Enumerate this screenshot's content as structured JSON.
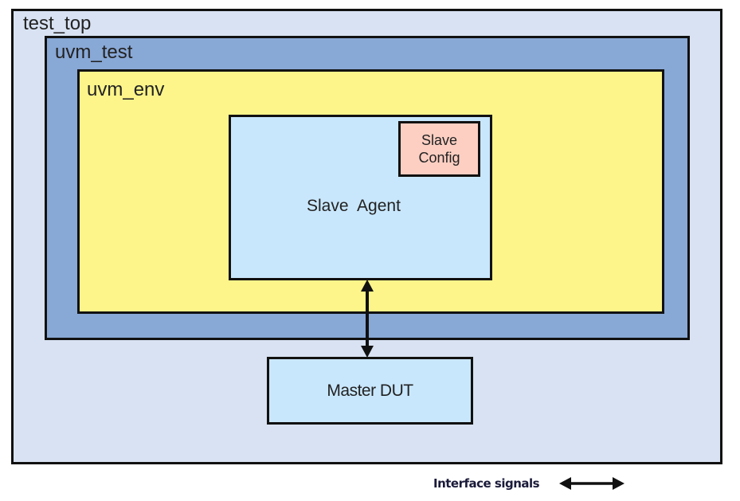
{
  "diagram": {
    "test_top": "test_top",
    "uvm_test": "uvm_test",
    "uvm_env": "uvm_env",
    "slave_agent": "Slave  Agent",
    "slave_config": [
      "Slave",
      "Config"
    ],
    "master_dut": "Master DUT",
    "legend": {
      "label": "Interface signals",
      "icon": "double-arrow-icon"
    }
  },
  "colors": {
    "test_top": "#d8e2f2",
    "uvm_test": "#88a8d6",
    "uvm_env": "#fdf58a",
    "agent": "#c9e7fc",
    "config": "#fccfc2"
  }
}
